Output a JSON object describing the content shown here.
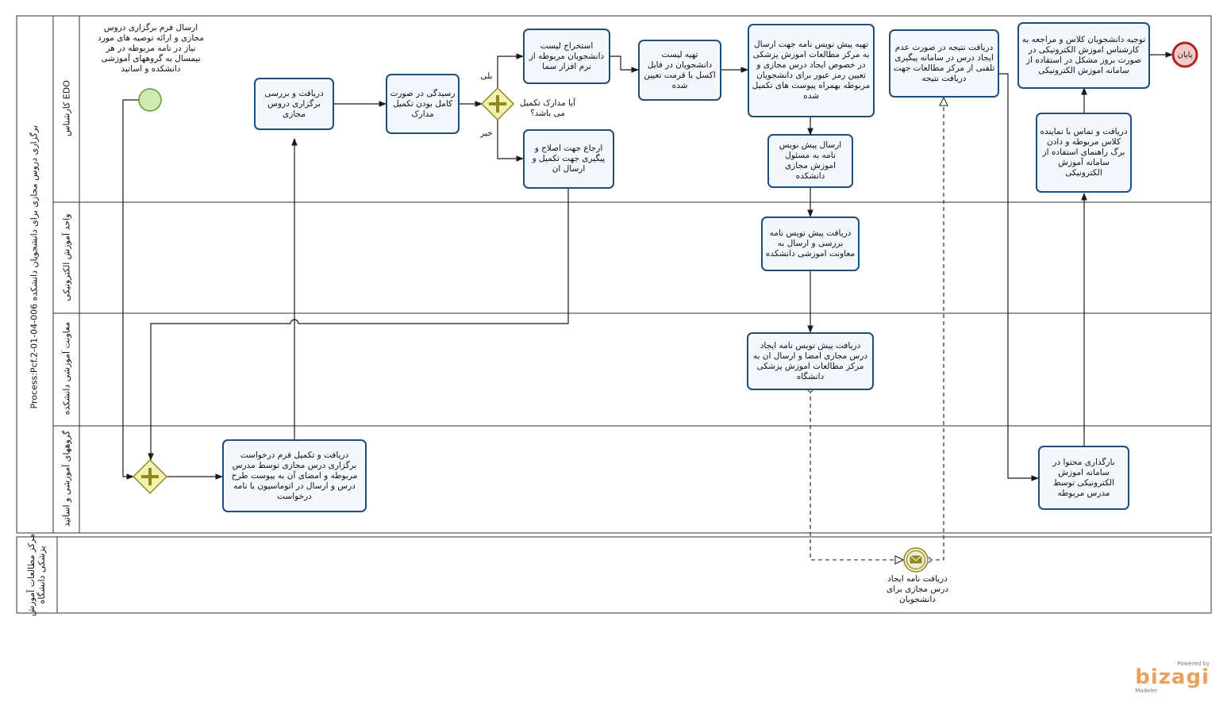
{
  "pool": {
    "title": "Process:Pcf.2-01-04-006 برگزاری دروس مجازی برای دانشجویان دانشکده",
    "lanes": [
      "کارشناس EDO",
      "واحد آموزش الکترونیکی",
      "معاونت آموزشی دانشکده",
      "گروههای آموزشی و اساتید"
    ]
  },
  "external_pool": {
    "title": "مرکز مطالعات آموزش پزشکی دانشگاه"
  },
  "start_event_label": "ارسال فرم برگزاری دروس مجازی و ارائه توصیه های مورد نیاز در نامه مربوطه در هر نیمسال به گروههای آموزشی دانشکده و اساتید",
  "tasks": {
    "review": "دریافت و بررسی برگزاری دروس مجازی",
    "verify_docs": "رسیدگی در صورت کامل بودن تکمیل مدارک",
    "extract_list": "استخراج لیست دانشجویان مربوطه از نرم افزار سما",
    "return_fix": "ارجاع جهت اصلاح و پیگیری جهت تکمیل و ارسال ان",
    "excel_list": "تهیه لیست دانشجویان در فایل اکسل با فرمت تعیین شده",
    "draft_letter": "تهیه پیش نویس نامه جهت ارسال به مرکز مطالعات اموزش پزشکی در خصوص ایجاد درس مجازی و تعیین رمز عبور برای دانشجویان مربوطه بهمراه پیوست های تکمیل شده",
    "get_result": "دریافت نتیجه در صورت عدم ایجاد درس در سامانه پیگیری تلفنی از مرکز مطالعات جهت دریافت نتیجه",
    "brief_students": "توجیه دانشجویان کلاس و مراجعه به کارشناس اموزش الکترونیکی در صورت بروز مشکل در استفاده از سامانه اموزش الکترونیکی",
    "send_draft": "ارسال پیش نویس نامه به مسئول اموزش مجازی دانشکده",
    "contact_rep": "دریافت و تماس با نماینده کلاس مربوطه و دادن برگ راهنمای استفاده از سامانه آموزش الکترونیکی",
    "receive_draft": "دریافت پیش نویس نامه بررسی و ارسال به معاونت اموزشی دانشکده",
    "sign_letter": "دریافت پیش نویس نامه ایجاد درس مجازی امضا و ارسال ان به مرکز مطالعات اموزش پزشکی دانشگاه",
    "fill_form": "دریافت و تکمیل فرم درخواست برگزاری درس مجازی توسط مدرس مربوطه و امضای آن به پیوست طرح درس و ارسال در اتوماسیون با نامه درخواست",
    "upload_content": "بارگذاری محتوا در سامانه اموزش الکترونیکی توسط مدرس مربوطه"
  },
  "gateway": {
    "question": "آیا مدارک تکمیل می باشد؟",
    "yes": "بلی",
    "no": "خیر"
  },
  "end_event_label": "پایان",
  "message_event_label": "دریافت نامه ایجاد درس مجازی برای دانشجویان",
  "branding": {
    "powered": "Powered by",
    "name": "bizagi",
    "product": "Modeler"
  },
  "colors": {
    "task_border": "#1f4e79",
    "task_fill": "#f4f7fd",
    "start_fill": "#cfeab0",
    "start_stroke": "#5f9a2c",
    "end_fill": "#f3c9c9",
    "end_stroke": "#b22222",
    "gateway_fill": "#f3f0b0",
    "gateway_stroke": "#8f8a20",
    "brand": "#e8a25a"
  }
}
